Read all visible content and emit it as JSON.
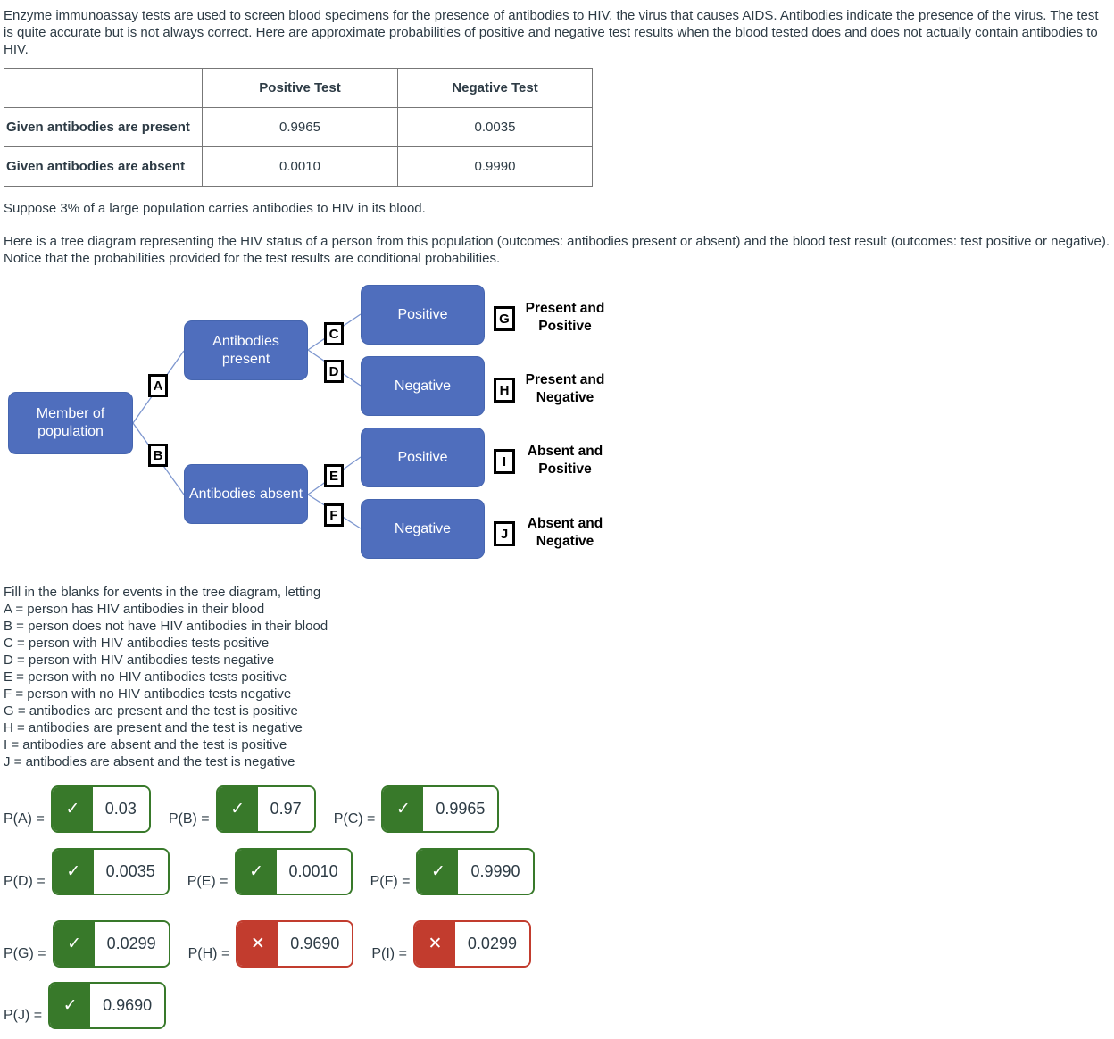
{
  "colors": {
    "correct_green": "#38792A",
    "incorrect_red": "#C23C2E",
    "node_blue": "#4F6EBD",
    "connector_blue": "#7E97CF",
    "text_ink": "#2D3B45"
  },
  "intro": "Enzyme immunoassay tests are used to screen blood specimens for the presence of antibodies to HIV, the virus that causes AIDS. Antibodies indicate the presence of the virus. The test is quite accurate but is not always correct. Here are approximate probabilities of positive and negative test results when the blood tested does and does not actually contain antibodies to HIV.",
  "prob_table": {
    "col_headers": [
      "Positive Test",
      "Negative Test"
    ],
    "rows": [
      {
        "label": "Given antibodies are present",
        "positive": "0.9965",
        "negative": "0.0035"
      },
      {
        "label": "Given antibodies are absent",
        "positive": "0.0010",
        "negative": "0.9990"
      }
    ]
  },
  "suppose_text": "Suppose 3% of a large population carries antibodies to HIV in its blood.",
  "tree_intro": "Here is a tree diagram representing the HIV status of a person from this population (outcomes: antibodies present or absent) and the blood test result (outcomes: test positive or negative). Notice that the probabilities provided for the test results are conditional probabilities.",
  "tree": {
    "root_label": "Member of population",
    "branches": [
      {
        "letter": "A",
        "label": "Antibodies present"
      },
      {
        "letter": "B",
        "label": "Antibodies absent"
      }
    ],
    "leaves": [
      {
        "letter": "C",
        "label": "Positive",
        "tag": "G",
        "outcome": [
          "Present and",
          "Positive"
        ]
      },
      {
        "letter": "D",
        "label": "Negative",
        "tag": "H",
        "outcome": [
          "Present and",
          "Negative"
        ]
      },
      {
        "letter": "E",
        "label": "Positive",
        "tag": "I",
        "outcome": [
          "Absent and",
          "Positive"
        ]
      },
      {
        "letter": "F",
        "label": "Negative",
        "tag": "J",
        "outcome": [
          "Absent and",
          "Negative"
        ]
      }
    ]
  },
  "definitions": {
    "title": "Fill in the blanks for events in the tree diagram, letting",
    "items": [
      "A = person has HIV antibodies in their blood",
      "B = person does not have HIV antibodies in their blood",
      "C = person with HIV antibodies tests positive",
      "D = person with HIV antibodies tests negative",
      "E = person with no HIV antibodies tests positive",
      "F = person with no HIV antibodies tests negative",
      "G = antibodies are present and the test is positive",
      "H = antibodies are present and the test is negative",
      "I = antibodies are absent and the test is positive",
      "J = antibodies are absent and the test is negative"
    ]
  },
  "answers": [
    {
      "label": "P(A) =",
      "value": "0.03",
      "status": "correct",
      "mark": "✓"
    },
    {
      "label": "P(B) =",
      "value": "0.97",
      "status": "correct",
      "mark": "✓"
    },
    {
      "label": "P(C) =",
      "value": "0.9965",
      "status": "correct",
      "mark": "✓"
    },
    {
      "label": "P(D) =",
      "value": "0.0035",
      "status": "correct",
      "mark": "✓"
    },
    {
      "label": "P(E) =",
      "value": "0.0010",
      "status": "correct",
      "mark": "✓"
    },
    {
      "label": "P(F) =",
      "value": "0.9990",
      "status": "correct",
      "mark": "✓"
    },
    {
      "label": "P(G) =",
      "value": "0.0299",
      "status": "correct",
      "mark": "✓"
    },
    {
      "label": "P(H) =",
      "value": "0.9690",
      "status": "incorrect",
      "mark": "✕"
    },
    {
      "label": "P(I) =",
      "value": "0.0299",
      "status": "incorrect",
      "mark": "✕"
    },
    {
      "label": "P(J) =",
      "value": "0.9690",
      "status": "correct",
      "mark": "✓"
    }
  ]
}
